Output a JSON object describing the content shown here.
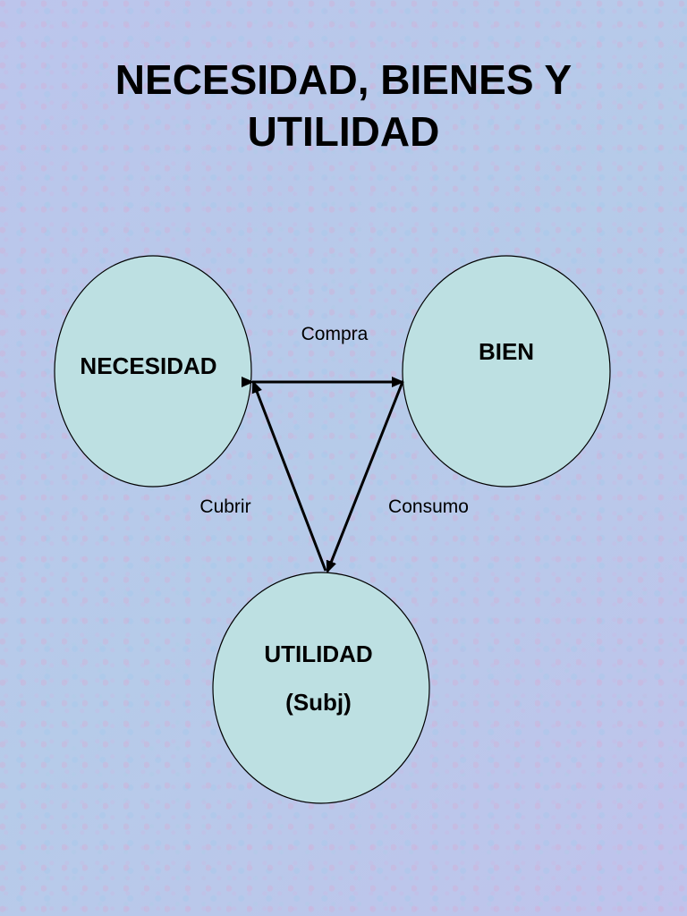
{
  "title": {
    "line1": "NECESIDAD, BIENES Y",
    "line2": "UTILIDAD"
  },
  "nodes": {
    "necesidad": "NECESIDAD",
    "bien": "BIEN",
    "utilidad_line1": "UTILIDAD",
    "utilidad_line2": "(Subj)"
  },
  "edges": {
    "compra": "Compra",
    "cubrir": "Cubrir",
    "consumo": "Consumo"
  },
  "colors": {
    "node_fill": "#bde0e2",
    "stroke": "#000000"
  }
}
